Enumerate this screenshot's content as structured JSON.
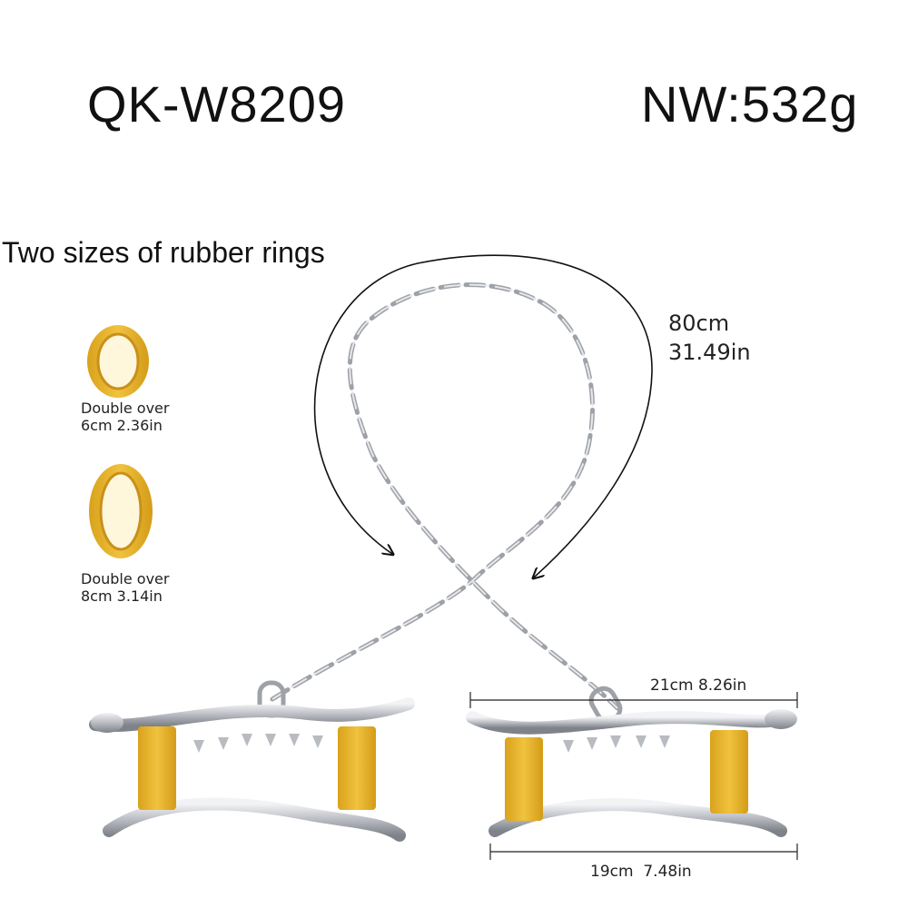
{
  "header": {
    "model": "QK-W8209",
    "net_weight": "NW:532g"
  },
  "rings": {
    "title": "Two sizes of rubber rings",
    "small": {
      "line1": "Double over",
      "line2": "6cm 2.36in"
    },
    "large": {
      "line1": "Double over",
      "line2": "8cm 3.14in"
    },
    "color": "#e8b530"
  },
  "chain": {
    "length_cm": "80cm",
    "length_in": "31.49in",
    "color": "#a9adb3"
  },
  "cuff": {
    "top_width": "21cm 8.26in",
    "bottom_width": "19cm  7.48in"
  }
}
